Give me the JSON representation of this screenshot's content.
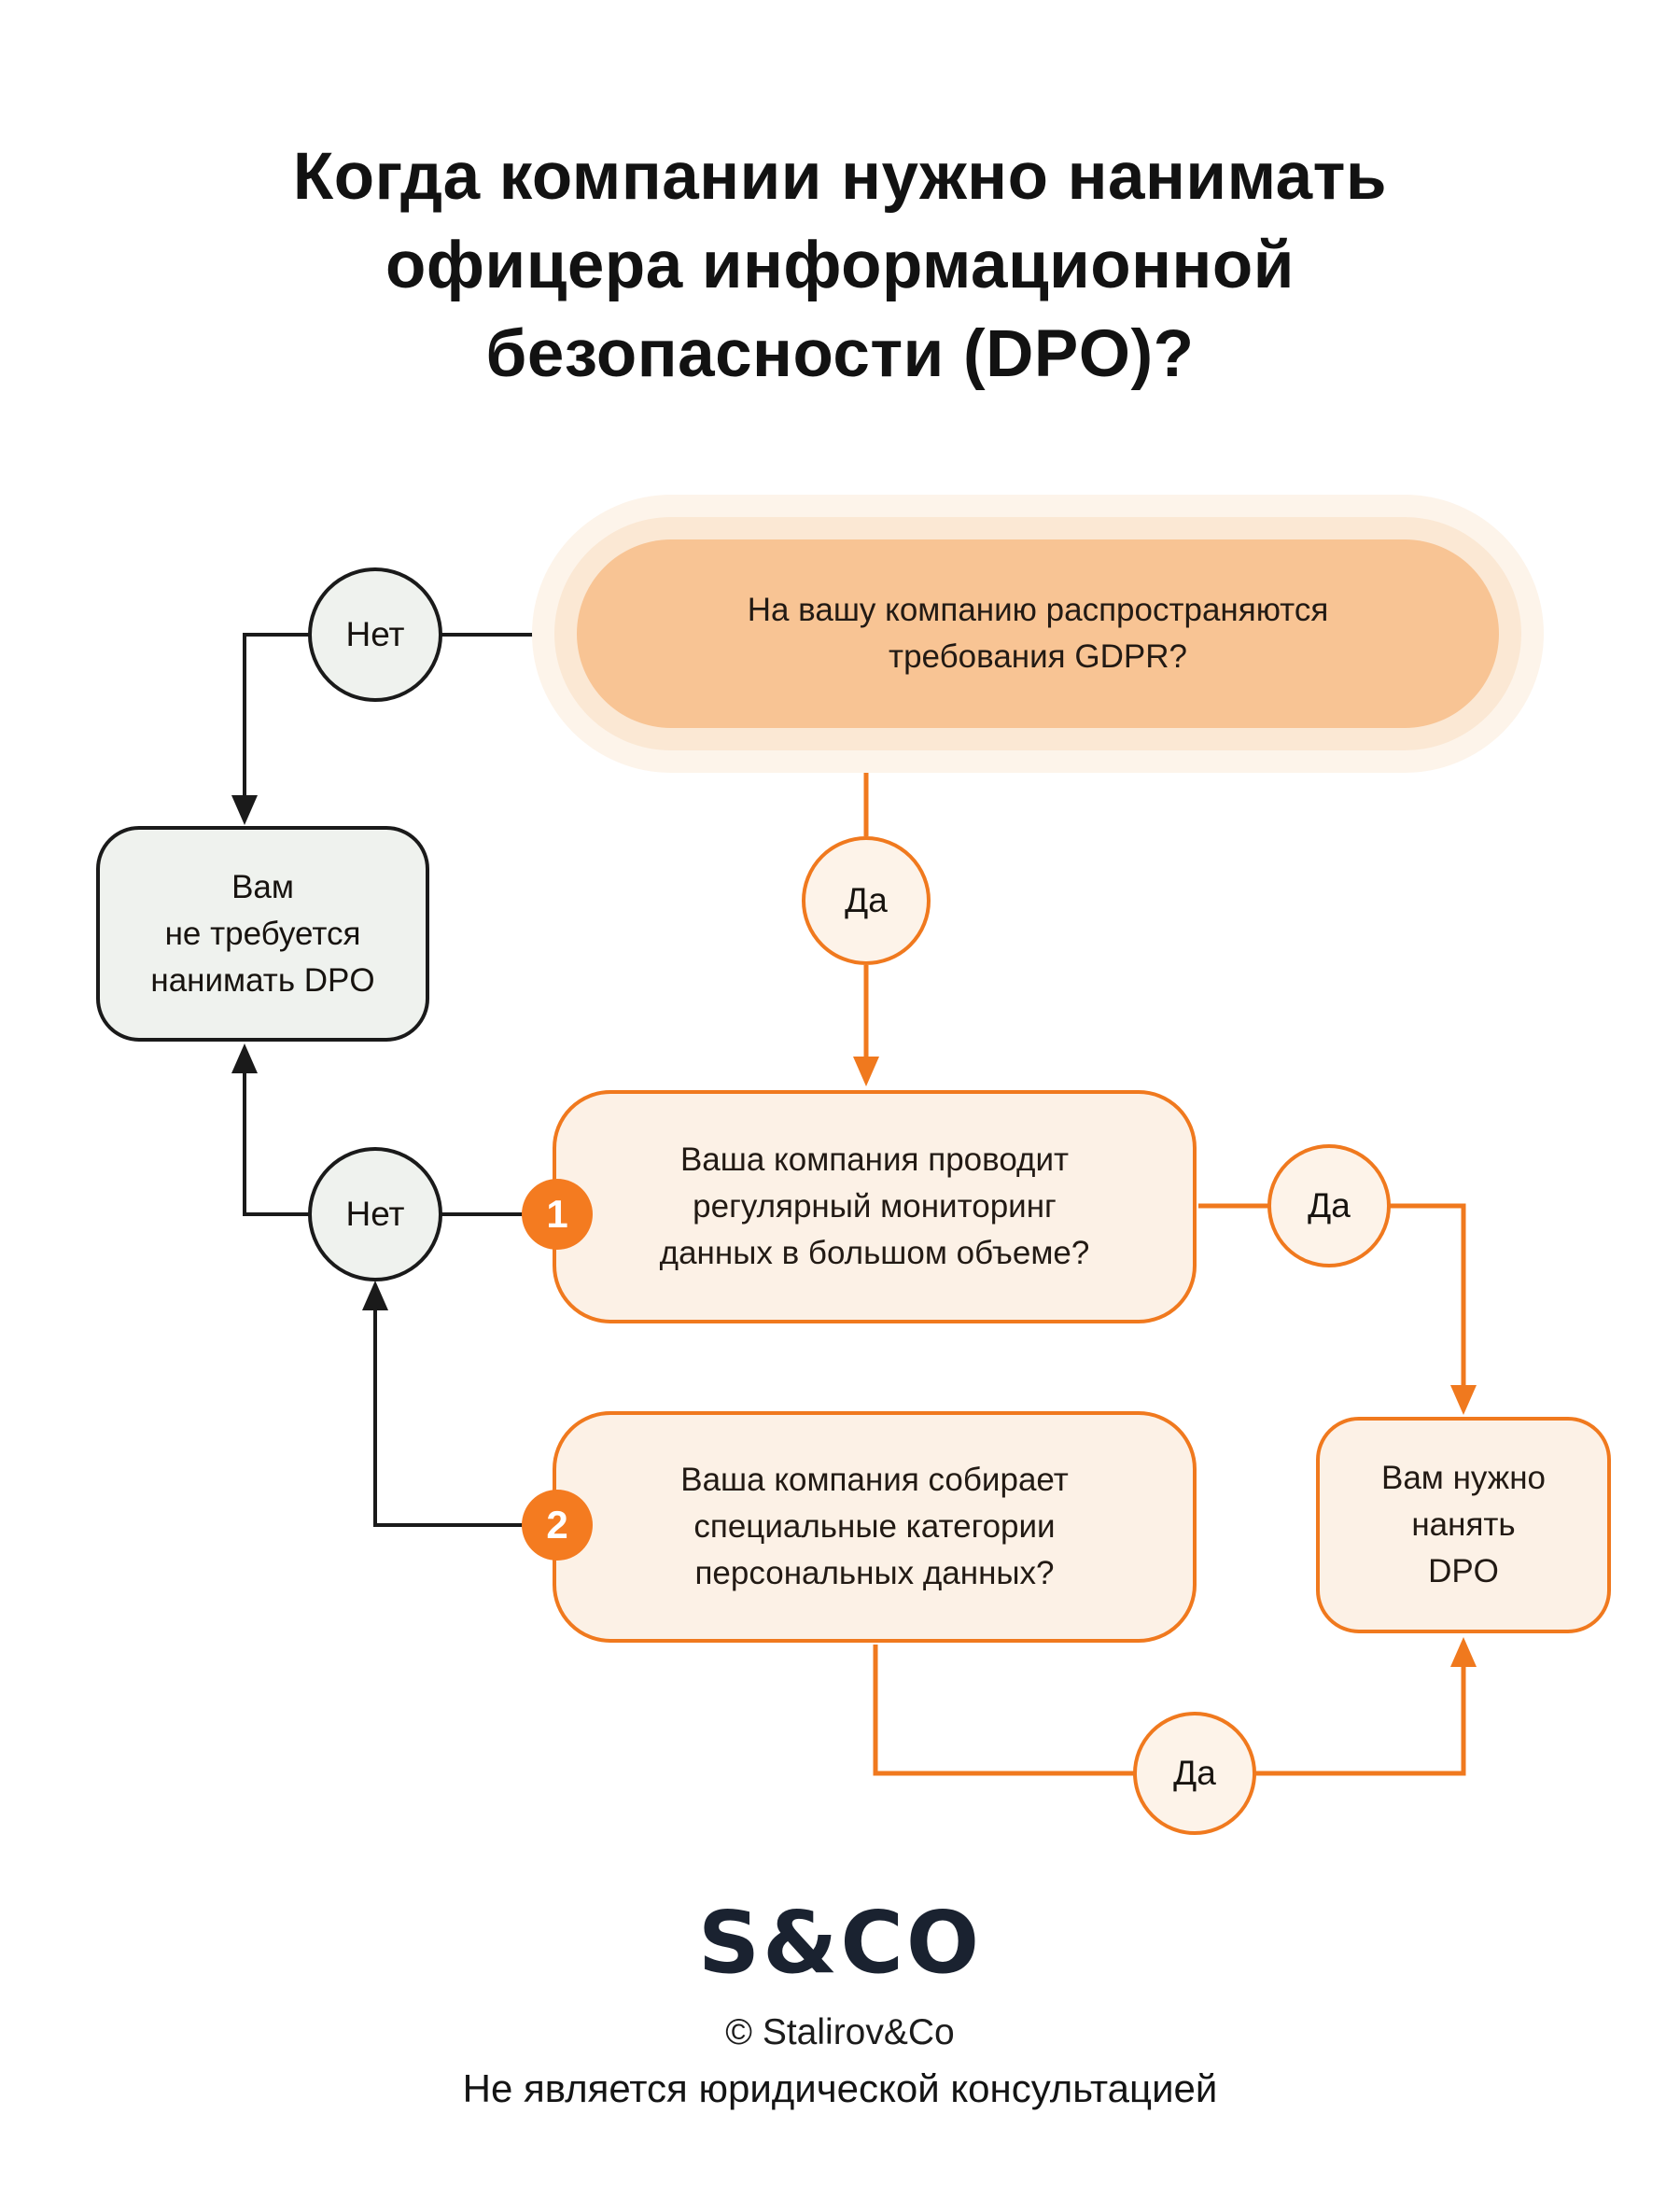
{
  "title": "Когда компании нужно нанимать\nофицера информационной\nбезопасности (DPO)?",
  "labels": {
    "yes": "Да",
    "no": "Нет"
  },
  "flowchart": {
    "start_question": "На вашу компанию распространяются\nтребования GDPR?",
    "result_no": "Вам\nне требуется\nнанимать DPO",
    "question_1": {
      "number": "1",
      "text": "Ваша компания проводит\nрегулярный мониторинг\nданных в большом объеме?"
    },
    "question_2": {
      "number": "2",
      "text": "Ваша компания собирает\nспециальные категории\nперсональных данных?"
    },
    "result_yes": "Вам нужно\nнанять\nDPO"
  },
  "footer": {
    "logo": "S&CO",
    "copyright": "© Stalirov&Co",
    "disclaimer": "Не является юридической консультацией"
  },
  "colors": {
    "accent_orange": "#F0791E",
    "badge_orange": "#F47B20",
    "peach_fill": "#F8C494",
    "halo_inner": "#FBE8D4",
    "halo_outer": "#FDF4EA",
    "light_peach_fill": "#FCF1E6",
    "circle_peach_fill": "#FDF3E9",
    "gray_green_fill": "#EFF2EE",
    "line_black": "#1A1A1A",
    "logo_navy": "#1A2230"
  }
}
